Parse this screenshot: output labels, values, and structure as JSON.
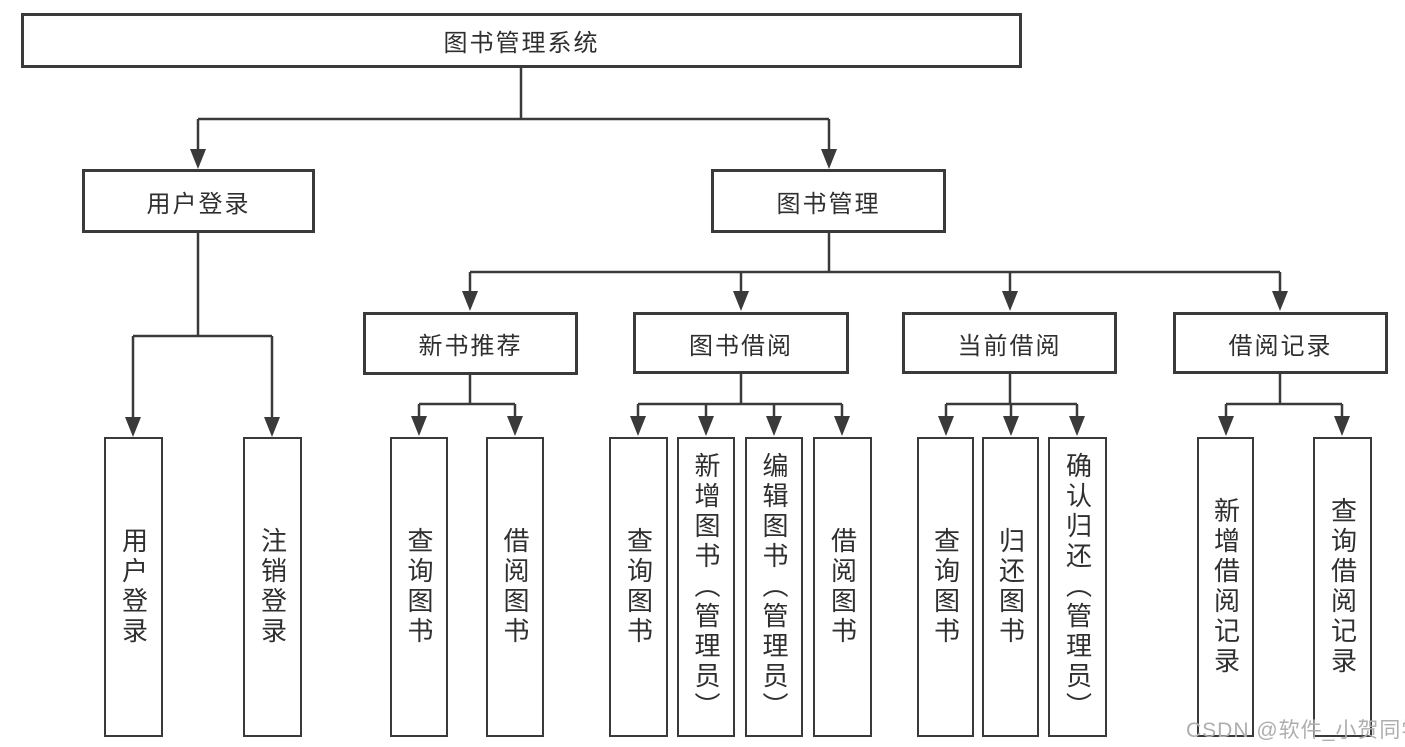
{
  "tree": {
    "root": "图书管理系统",
    "branches": [
      {
        "label": "用户登录",
        "children": [
          "用户登录",
          "注销登录"
        ]
      },
      {
        "label": "图书管理",
        "groups": [
          {
            "label": "新书推荐",
            "children": [
              "查询图书",
              "借阅图书"
            ]
          },
          {
            "label": "图书借阅",
            "children": [
              "查询图书",
              "新增图书（管理员）",
              "编辑图书（管理员）",
              "借阅图书"
            ]
          },
          {
            "label": "当前借阅",
            "children": [
              "查询图书",
              "归还图书",
              "确认归还（管理员）"
            ]
          },
          {
            "label": "借阅记录",
            "children": [
              "新增借阅记录",
              "查询借阅记录"
            ]
          }
        ]
      }
    ]
  },
  "watermark": "CSDN @软件_小贺同学",
  "colors": {
    "line": "#3a3a3a",
    "border": "#3a3a3a",
    "text": "#2f2f2f",
    "background": "#ffffff",
    "watermark": "#aeaeae"
  }
}
